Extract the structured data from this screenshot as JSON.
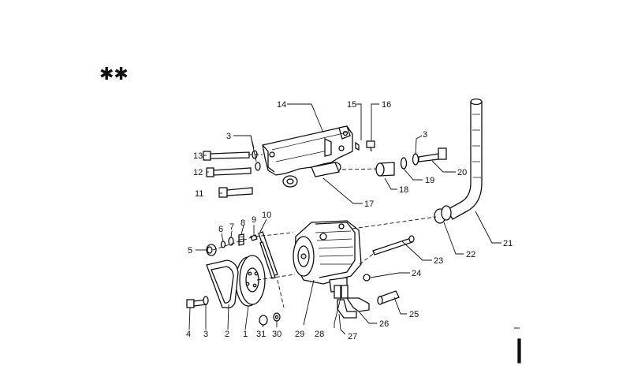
{
  "header": {
    "symbol": "✱✱"
  },
  "callouts": [
    {
      "id": "c1",
      "text": "1"
    },
    {
      "id": "c2",
      "text": "2"
    },
    {
      "id": "c3a",
      "text": "3"
    },
    {
      "id": "c3b",
      "text": "3"
    },
    {
      "id": "c3c",
      "text": "3"
    },
    {
      "id": "c4",
      "text": "4"
    },
    {
      "id": "c5",
      "text": "5"
    },
    {
      "id": "c6",
      "text": "6"
    },
    {
      "id": "c7",
      "text": "7"
    },
    {
      "id": "c8",
      "text": "8"
    },
    {
      "id": "c9",
      "text": "9"
    },
    {
      "id": "c10",
      "text": "10"
    },
    {
      "id": "c11",
      "text": "11"
    },
    {
      "id": "c12",
      "text": "12"
    },
    {
      "id": "c13",
      "text": "13"
    },
    {
      "id": "c14",
      "text": "14"
    },
    {
      "id": "c15",
      "text": "15"
    },
    {
      "id": "c16",
      "text": "16"
    },
    {
      "id": "c17",
      "text": "17"
    },
    {
      "id": "c18",
      "text": "18"
    },
    {
      "id": "c19",
      "text": "19"
    },
    {
      "id": "c20",
      "text": "20"
    },
    {
      "id": "c21",
      "text": "21"
    },
    {
      "id": "c22",
      "text": "22"
    },
    {
      "id": "c23",
      "text": "23"
    },
    {
      "id": "c24",
      "text": "24"
    },
    {
      "id": "c25",
      "text": "25"
    },
    {
      "id": "c26",
      "text": "26"
    },
    {
      "id": "c27",
      "text": "27"
    },
    {
      "id": "c28",
      "text": "28"
    },
    {
      "id": "c29",
      "text": "29"
    },
    {
      "id": "c30",
      "text": "30"
    },
    {
      "id": "c31",
      "text": "31"
    }
  ]
}
